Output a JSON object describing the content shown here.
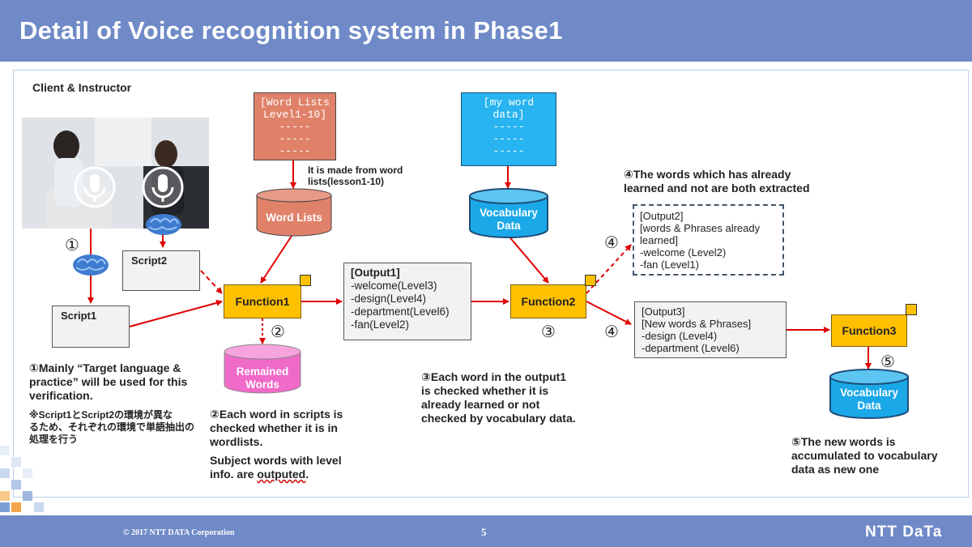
{
  "title": "Detail of Voice recognition system in Phase1",
  "client_label": "Client & Instructor",
  "word_lists_doc": [
    "[Word Lists",
    "Level1-10]",
    "-----",
    "-----",
    "-----"
  ],
  "made_from": [
    "It is made from word",
    "lists(lesson1-10)"
  ],
  "word_lists_db": "Word Lists",
  "my_word_doc": [
    "[my word",
    "data]",
    "-----",
    "-----",
    "-----"
  ],
  "vocab_db_1": [
    "Vocabulary",
    "Data"
  ],
  "note4_top": [
    "④The words which has already",
    "learned and not are both extracted"
  ],
  "output2": [
    "[Output2]",
    "[words & Phrases already",
    "learned]",
    "-welcome (Level2)",
    "-fan (Level1)"
  ],
  "script1": "Script1",
  "script2": "Script2",
  "function1": "Function1",
  "function2": "Function2",
  "function3": "Function3",
  "output1": [
    "[Output1]",
    "-welcome(Level3)",
    "-design(Level4)",
    "-department(Level6)",
    "-fan(Level2)"
  ],
  "output3": [
    "[Output3]",
    "[New words & Phrases]",
    "-design (Level4)",
    "-department (Level6)"
  ],
  "remained_db": [
    "Remained",
    "Words"
  ],
  "vocab_db_2": [
    "Vocabulary",
    "Data"
  ],
  "circ1": "①",
  "circ2": "②",
  "circ3": "③",
  "circ4a": "④",
  "circ4b": "④",
  "circ5": "⑤",
  "note1": [
    "①Mainly “Target language &",
    "practice” will be used for this",
    "verification."
  ],
  "note1_jp": [
    "※Script1とScript2の環境が異な",
    "るため、それぞれの環境で単語抽出の",
    "処理を行う"
  ],
  "note2": [
    "②Each word in scripts is",
    "checked whether it is in",
    "wordlists."
  ],
  "note2b_pre": "Subject words with level",
  "note2b_line2": "info. are ",
  "note2b_under": "outputed",
  "note2b_end": ".",
  "note3": [
    "③Each word in the output1",
    "is checked whether it is",
    "already learned or not",
    "checked by vocabulary data."
  ],
  "note5": [
    "⑤The new words is",
    "accumulated to vocabulary",
    "data as new one"
  ],
  "footer": {
    "copyright": "© 2017 NTT DATA Corporation",
    "page": "5",
    "logo": "NTT DaTa"
  },
  "colors": {
    "title_bar": "#6f8ac7",
    "function": "#ffc000",
    "word_lists": "#e0826a",
    "my_word": "#28b4f0",
    "remained": "#f06ac8",
    "arrow": "#e00000"
  }
}
